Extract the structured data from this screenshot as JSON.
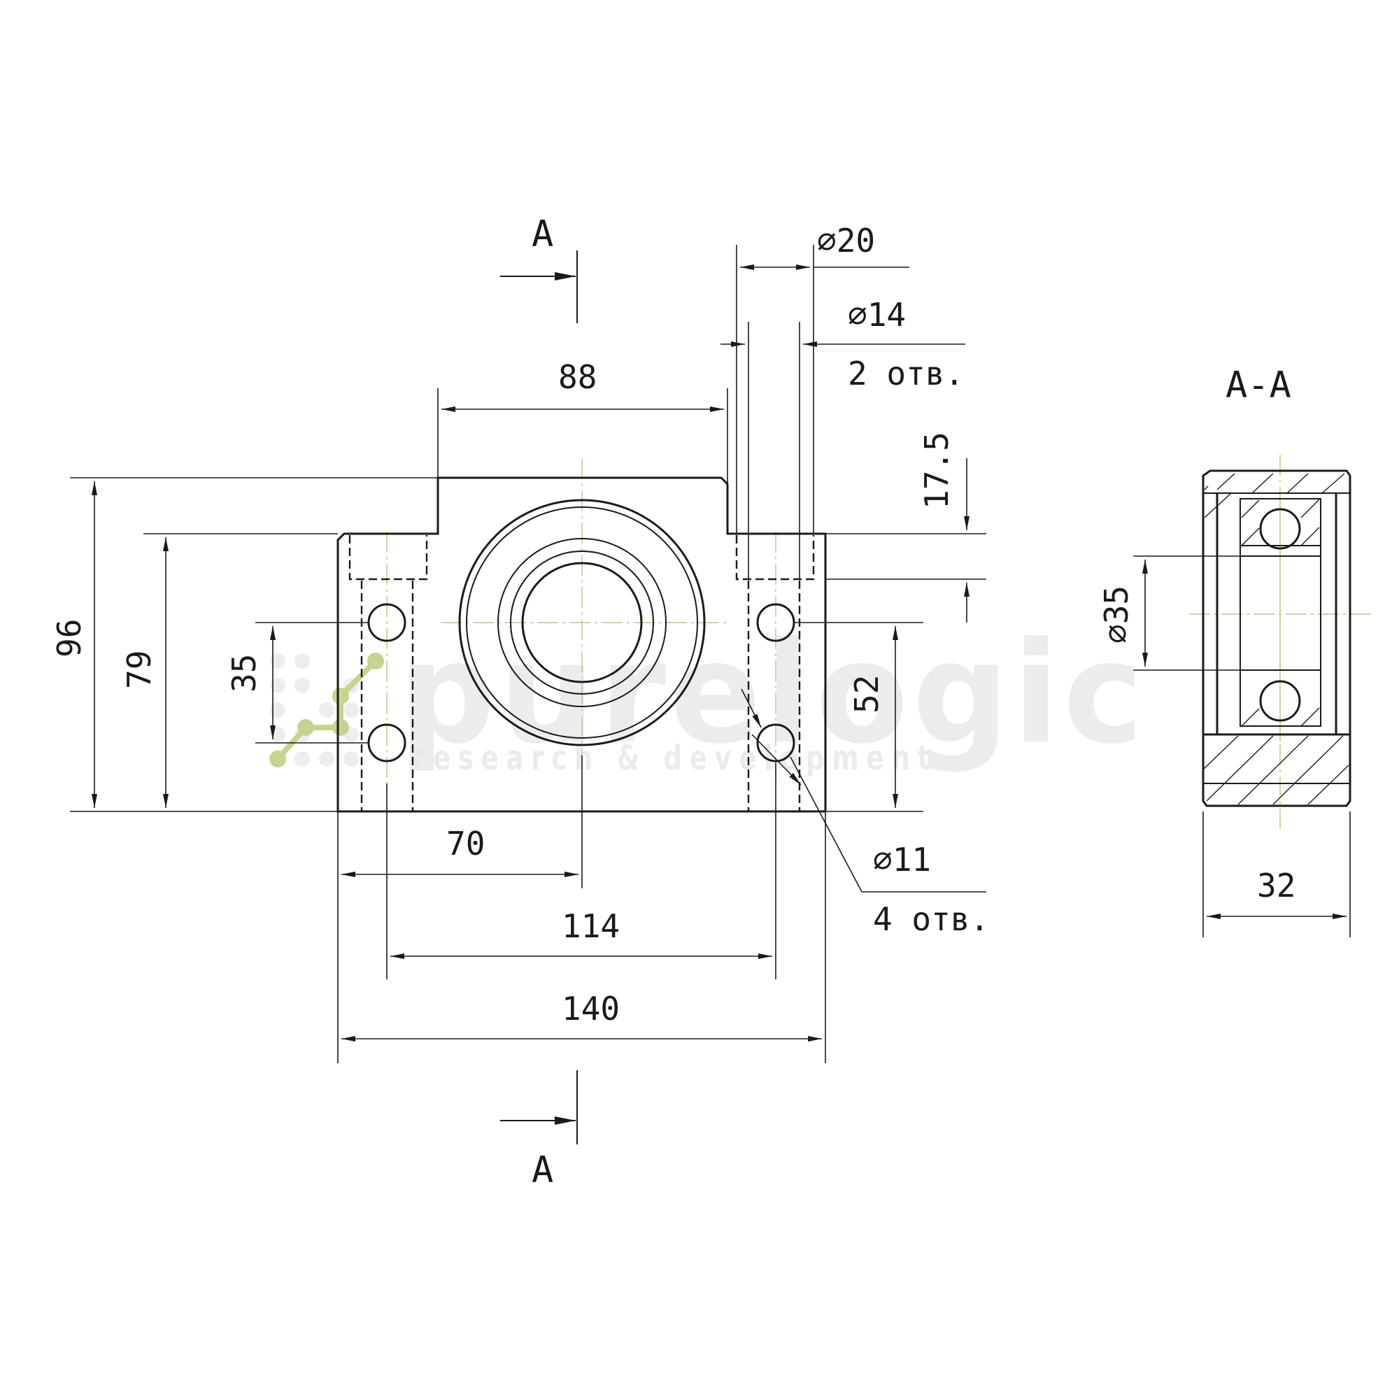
{
  "section_letter_top": "A",
  "section_letter_bottom": "A",
  "section_view_title": "A-A",
  "dimensions": {
    "d20": "⌀20",
    "d14": "⌀14",
    "d14_qty": "2 отв.",
    "w88": "88",
    "h17_5": "17.5",
    "h96": "96",
    "h79": "79",
    "h35": "35",
    "h52": "52",
    "d11": "⌀11",
    "d11_qty": "4 отв.",
    "w70": "70",
    "w114": "114",
    "w140": "140",
    "d35": "⌀35",
    "w32": "32"
  },
  "watermark": {
    "brand": "purelogic",
    "tagline": "research & development"
  },
  "colors": {
    "line": "#1a1a1a",
    "centerline": "#b5c98a",
    "logo_accent": "#c4d48f",
    "watermark": "#e9e9e9"
  }
}
